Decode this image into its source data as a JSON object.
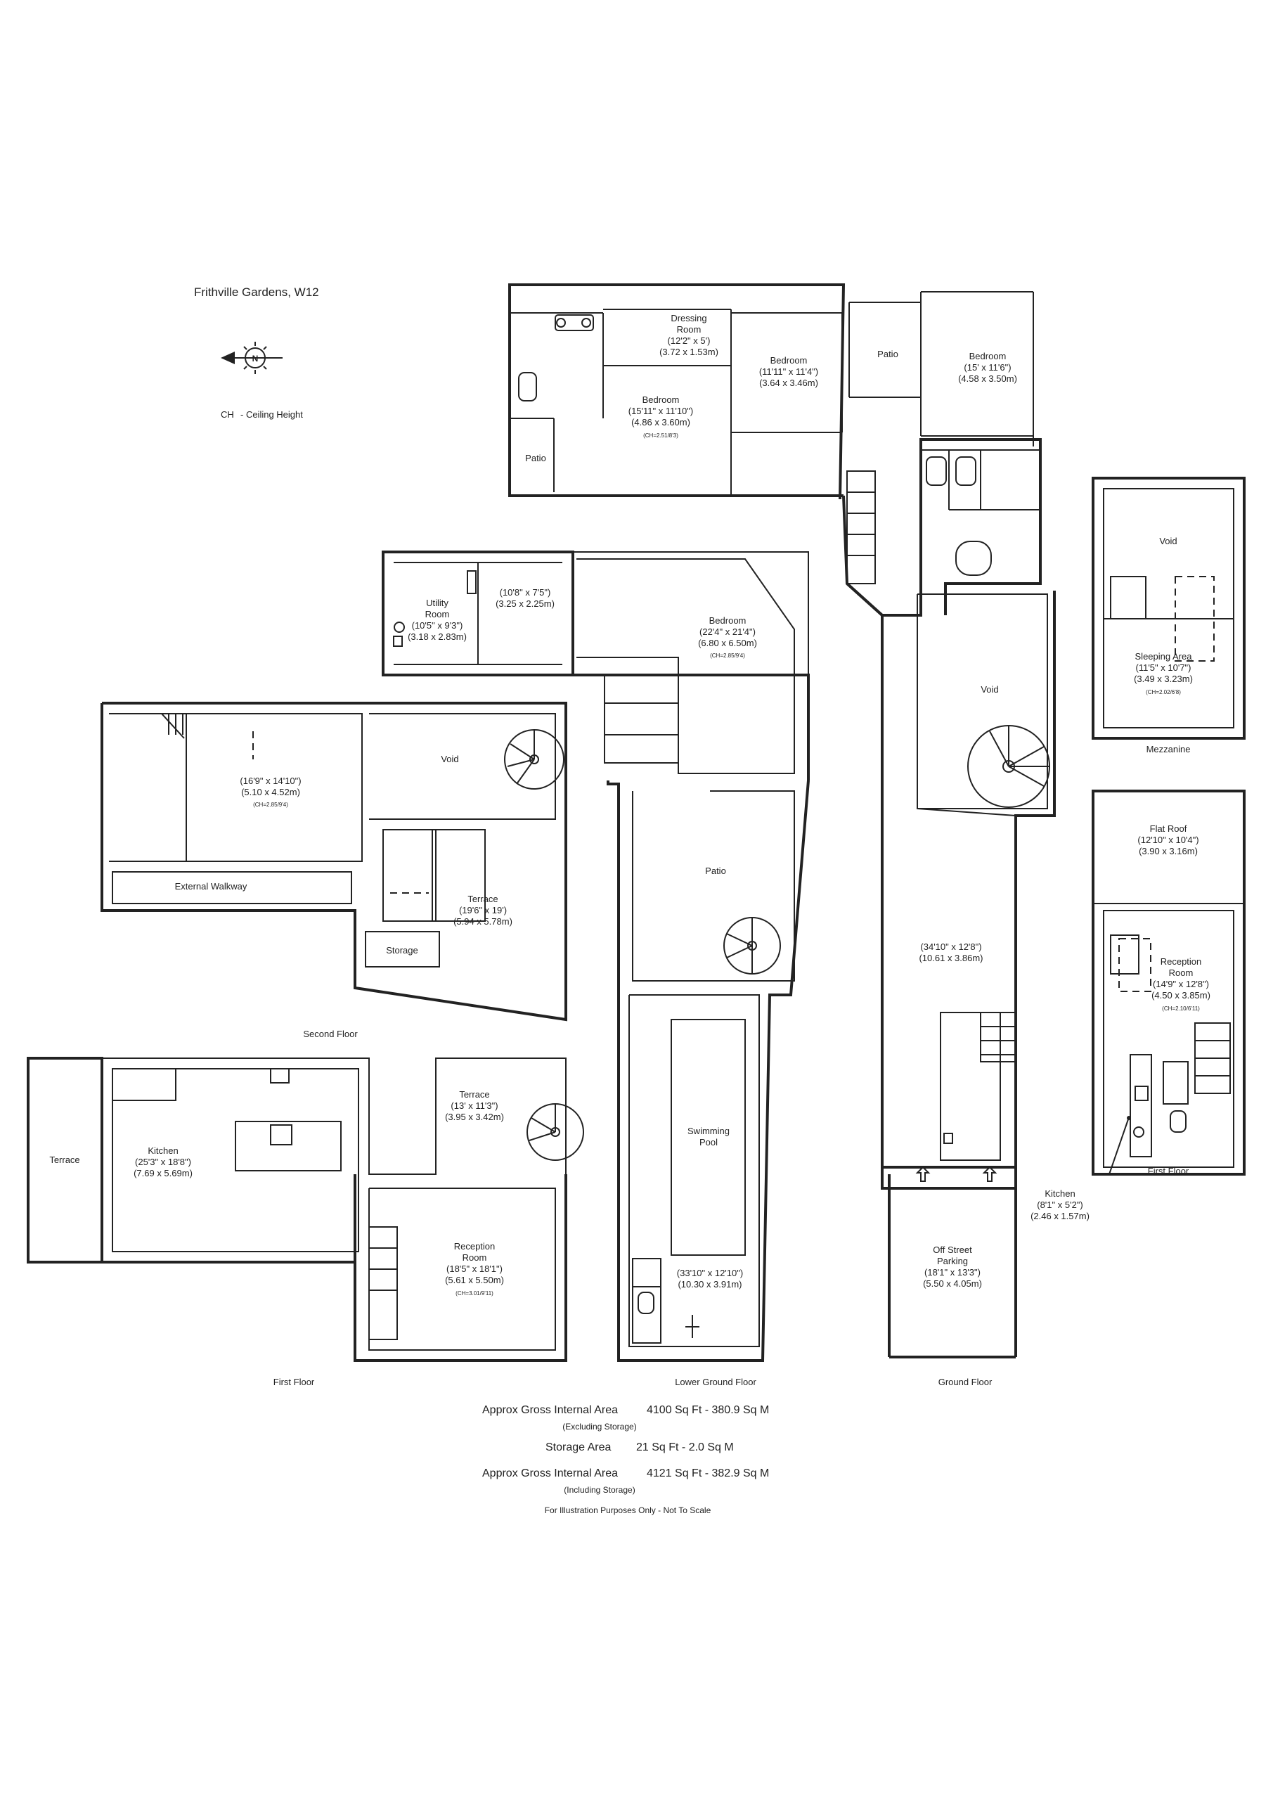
{
  "title": "Frithville Gardens, W12",
  "compass": {
    "letter": "N",
    "icon": "compass-north-arrow-icon"
  },
  "legend": {
    "abbr": "CH",
    "text": "- Ceiling Height"
  },
  "rooms": {
    "dressing": {
      "name": [
        "Dressing",
        "Room"
      ],
      "dims": [
        "(12'2\" x 5')",
        "(3.72 x 1.53m)"
      ]
    },
    "bedroom_gf_left": {
      "name": [
        "Bedroom"
      ],
      "dims": [
        "(15'11\" x 11'10\")",
        "(4.86 x 3.60m)"
      ],
      "ch": "(CH=2.51/8'3)"
    },
    "patio_gf_left": {
      "name": [
        "Patio"
      ]
    },
    "bedroom_gf_mid": {
      "name": [
        "Bedroom"
      ],
      "dims": [
        "(11'11\" x 11'4\")",
        "(3.64 x 3.46m)"
      ]
    },
    "patio_gf_mid": {
      "name": [
        "Patio"
      ]
    },
    "bedroom_gf_right": {
      "name": [
        "Bedroom"
      ],
      "dims": [
        "(15' x 11'6\")",
        "(4.58 x 3.50m)"
      ]
    },
    "void_mezz": {
      "name": [
        "Void"
      ]
    },
    "sleeping": {
      "name": [
        "Sleeping Area"
      ],
      "dims": [
        "(11'5\" x 10'7\")",
        "(3.49 x 3.23m)"
      ],
      "ch": "(CH=2.02/6'8)"
    },
    "utility": {
      "name": [
        "Utility",
        "Room"
      ],
      "dims": [
        "(10'5\" x 9'3\")",
        "(3.18 x 2.83m)"
      ]
    },
    "small_room": {
      "dims": [
        "(10'8\" x 7'5\")",
        "(3.25 x 2.25m)"
      ]
    },
    "bedroom_lg": {
      "name": [
        "Bedroom"
      ],
      "dims": [
        "(22'4\" x 21'4\")",
        "(6.80 x 6.50m)"
      ],
      "ch": "(CH=2.85/9'4)"
    },
    "void_gf": {
      "name": [
        "Void"
      ]
    },
    "second_main": {
      "dims": [
        "(16'9\" x 14'10\")",
        "(5.10 x 4.52m)"
      ],
      "ch": "(CH=2.85/9'4)"
    },
    "void_second": {
      "name": [
        "Void"
      ]
    },
    "external_walkway": {
      "name": [
        "External Walkway"
      ]
    },
    "terrace_second": {
      "name": [
        "Terrace"
      ],
      "dims": [
        "(19'6\" x 19')",
        "(5.94 x 5.78m)"
      ]
    },
    "storage": {
      "name": [
        "Storage"
      ]
    },
    "patio_lg": {
      "name": [
        "Patio"
      ]
    },
    "flat_roof": {
      "name": [
        "Flat Roof"
      ],
      "dims": [
        "(12'10\" x 10'4\")",
        "(3.90 x 3.16m)"
      ]
    },
    "reception_ff_right": {
      "name": [
        "Reception",
        "Room"
      ],
      "dims": [
        "(14'9\" x 12'8\")",
        "(4.50 x 3.85m)"
      ],
      "ch": "(CH=2.10/6'11)"
    },
    "corridor_gf": {
      "dims": [
        "(34'10\" x 12'8\")",
        "(10.61 x 3.86m)"
      ]
    },
    "terrace_ff_left": {
      "name": [
        "Terrace"
      ]
    },
    "kitchen_ff": {
      "name": [
        "Kitchen"
      ],
      "dims": [
        "(25'3\" x 18'8\")",
        "(7.69 x 5.69m)"
      ]
    },
    "terrace_ff": {
      "name": [
        "Terrace"
      ],
      "dims": [
        "(13' x 11'3\")",
        "(3.95 x 3.42m)"
      ]
    },
    "reception_ff": {
      "name": [
        "Reception",
        "Room"
      ],
      "dims": [
        "(18'5\" x 18'1\")",
        "(5.61 x 5.50m)"
      ],
      "ch": "(CH=3.01/9'11)"
    },
    "pool": {
      "name": [
        "Swimming",
        "Pool"
      ]
    },
    "pool_room": {
      "dims": [
        "(33'10\" x 12'10\")",
        "(10.30 x 3.91m)"
      ]
    },
    "kitchen_small": {
      "name": [
        "Kitchen"
      ],
      "dims": [
        "(8'1\" x 5'2\")",
        "(2.46 x 1.57m)"
      ]
    },
    "parking": {
      "name": [
        "Off Street",
        "Parking"
      ],
      "dims": [
        "(18'1\" x 13'3\")",
        "(5.50 x 4.05m)"
      ]
    }
  },
  "floors": {
    "mezzanine": "Mezzanine",
    "second": "Second Floor",
    "first_right": "First Floor",
    "first": "First Floor",
    "lower_ground": "Lower Ground Floor",
    "ground": "Ground Floor"
  },
  "areas": [
    {
      "label": "Approx Gross Internal Area",
      "value": "4100 Sq Ft  - 380.9 Sq M",
      "note": "(Excluding Storage)"
    },
    {
      "label": "Storage Area",
      "value": "21 Sq Ft  - 2.0 Sq M",
      "note": ""
    },
    {
      "label": "Approx Gross Internal Area",
      "value": "4121 Sq Ft  - 382.9 Sq M",
      "note": "(Including Storage)"
    }
  ],
  "disclaimer": "For Illustration Purposes Only - Not To Scale",
  "style": {
    "line": "#222222",
    "background": "#ffffff"
  }
}
